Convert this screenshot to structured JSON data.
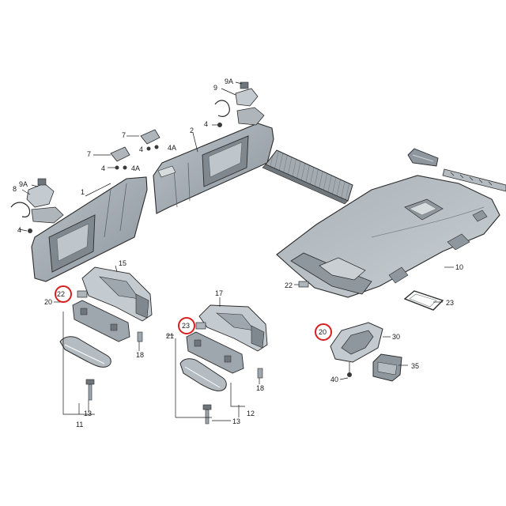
{
  "diagram": {
    "callouts": {
      "c1": "1",
      "c2": "2",
      "c4_left": "4",
      "c4_visor1": "4",
      "c4_visor2": "4",
      "c4A_a": "4A",
      "c4A_b": "4A",
      "c7_a": "7",
      "c7_b": "7",
      "c8": "8",
      "c9A_left": "9A",
      "c9_right": "9",
      "c9A_right": "9A",
      "c10": "10",
      "c11": "11",
      "c12": "12",
      "c13_left": "13",
      "c13_right": "13",
      "c15": "15",
      "c17": "17",
      "c18_left": "18",
      "c18_right": "18",
      "c20_left": "20",
      "c20_right": "20",
      "c21": "21",
      "c22_left": "22",
      "c22_right": "22",
      "c23_left": "23",
      "c23_right": "23",
      "c30": "30",
      "c35": "35",
      "c40": "40"
    },
    "highlight_color": "#d81e1e",
    "part_fill": "#9ea7ae",
    "part_fill_light": "#c4cbd0",
    "part_stroke": "#2b2b2b"
  }
}
